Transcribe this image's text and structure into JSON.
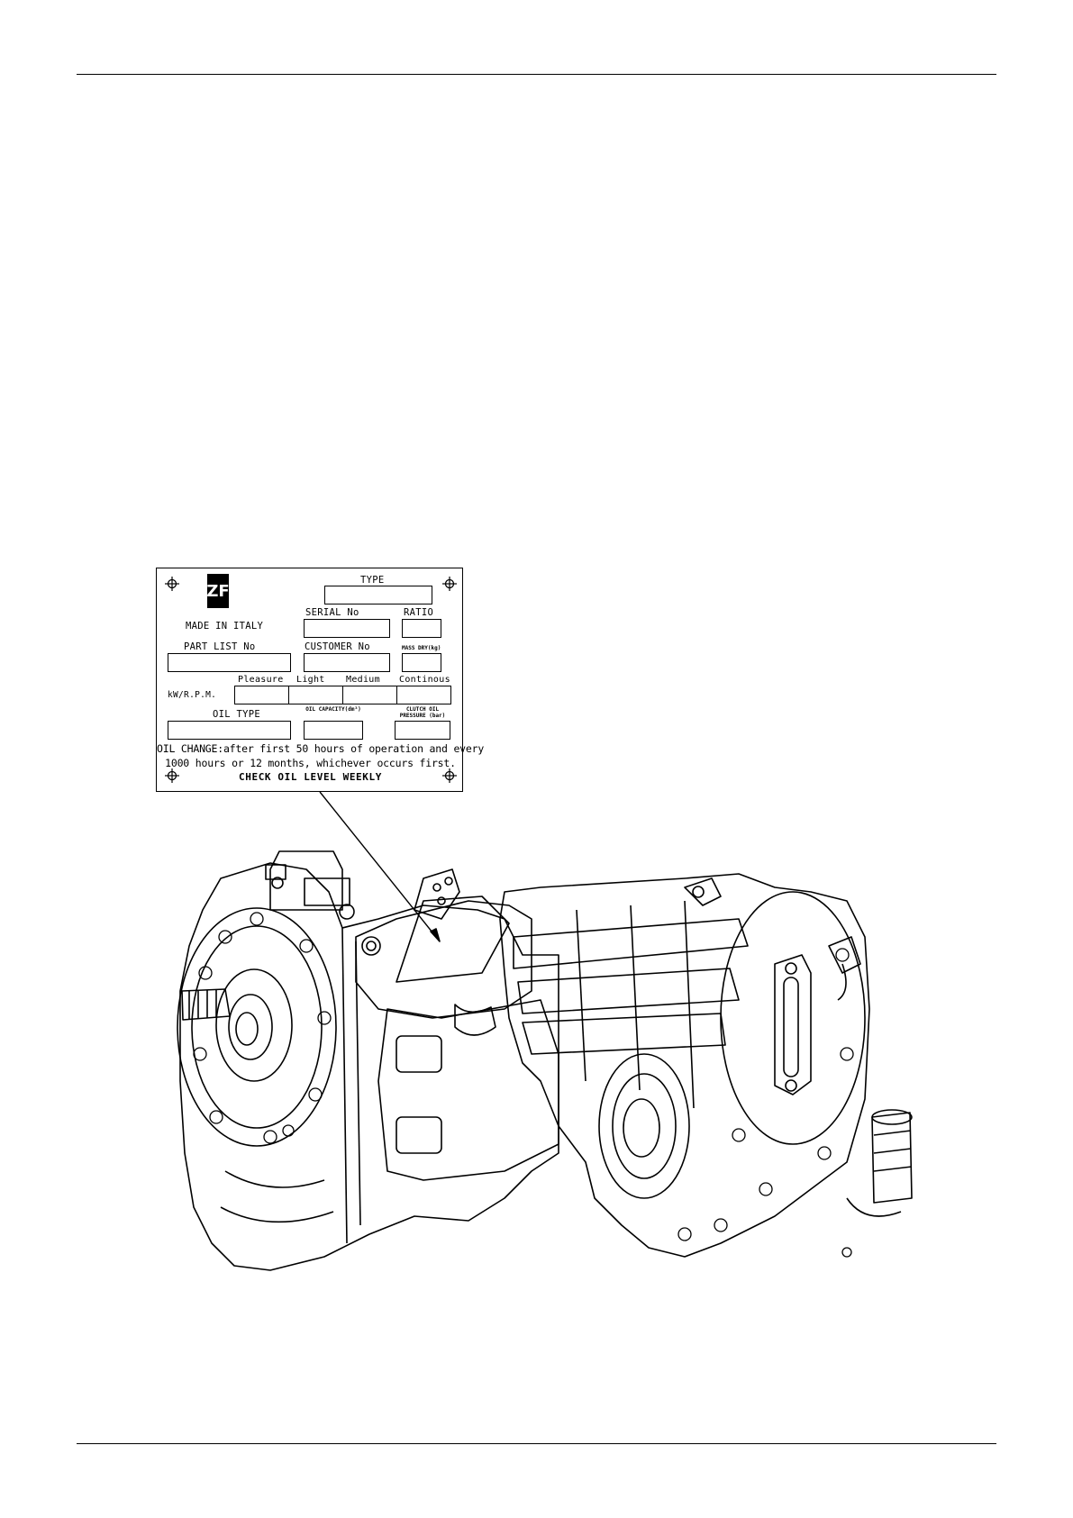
{
  "nameplate": {
    "logo_text": "ZF",
    "made_in": "MADE IN ITALY",
    "type_label": "TYPE",
    "serial_label": "SERIAL No",
    "ratio_label": "RATIO",
    "part_list_label": "PART LIST No",
    "customer_label": "CUSTOMER No",
    "mass_label": "MASS DRY(kg)",
    "kw_rpm_label": "kW/R.P.M.",
    "duty_pleasure": "Pleasure",
    "duty_light": "Light",
    "duty_medium": "Medium",
    "duty_continuous": "Continous",
    "oil_type_label": "OIL TYPE",
    "oil_capacity_label": "OIL CAPACITY(dm³)",
    "clutch_pressure_label": "CLUTCH OIL PRESSURE (bar)",
    "oil_change_line1": "OIL CHANGE:after first 50 hours of operation and every",
    "oil_change_line2": "1000 hours or 12 months, whichever occurs first.",
    "check_oil": "CHECK OIL LEVEL WEEKLY"
  }
}
